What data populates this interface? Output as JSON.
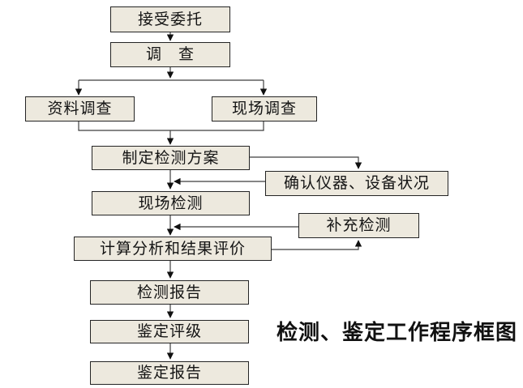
{
  "diagram": {
    "title": "检测、鉴定工作程序框图",
    "nodes": [
      {
        "id": "accept-commission",
        "label": "接受委托"
      },
      {
        "id": "investigation",
        "label": "调　查"
      },
      {
        "id": "data-survey",
        "label": "资料调查"
      },
      {
        "id": "site-survey",
        "label": "现场调查"
      },
      {
        "id": "make-testing-plan",
        "label": "制定检测方案"
      },
      {
        "id": "confirm-equipment",
        "label": "确认仪器、设备状况"
      },
      {
        "id": "site-testing",
        "label": "现场检测"
      },
      {
        "id": "supplementary-testing",
        "label": "补充检测"
      },
      {
        "id": "analysis-evaluation",
        "label": "计算分析和结果评价"
      },
      {
        "id": "testing-report",
        "label": "检测报告"
      },
      {
        "id": "appraisal-rating",
        "label": "鉴定评级"
      },
      {
        "id": "appraisal-report",
        "label": "鉴定报告"
      }
    ],
    "colors": {
      "background": "#FFFFFF",
      "box_fill": "#EDE9DE",
      "box_border": "#242424",
      "connector_line": "#3F3F3F",
      "arrowhead": "#101010",
      "text": "#141414"
    }
  }
}
